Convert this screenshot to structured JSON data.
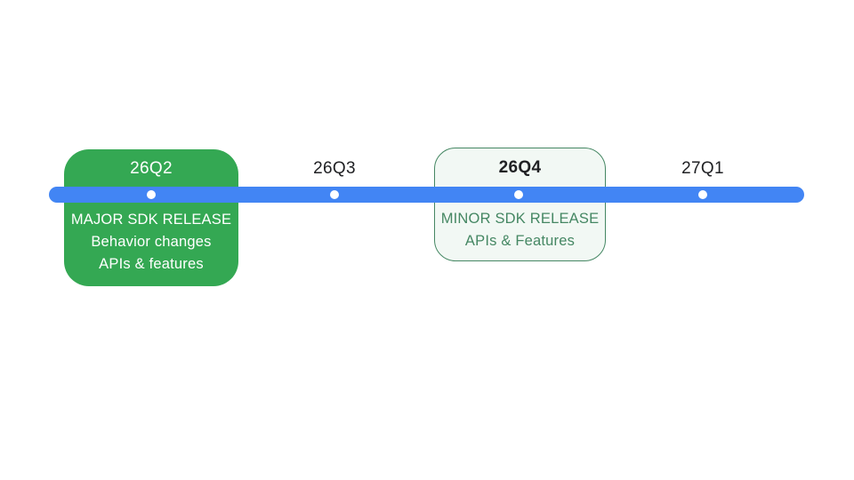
{
  "page": {
    "background_color": "#FFFFFF"
  },
  "timeline": {
    "bar": {
      "color": "#4285F4",
      "dot_color": "#FFFFFF"
    },
    "label_color": "#202124",
    "milestones": [
      {
        "label": "26Q2",
        "type": "major",
        "fill_color": "#34A853",
        "text_color": "#FFFFFF",
        "details": [
          "MAJOR SDK RELEASE",
          "Behavior changes",
          "APIs & features"
        ]
      },
      {
        "label": "26Q3",
        "type": "point"
      },
      {
        "label": "26Q4",
        "type": "minor",
        "fill_color": "#F2F8F4",
        "border_color": "#458763",
        "text_color": "#458763",
        "details": [
          "MINOR SDK RELEASE",
          "APIs & Features"
        ]
      },
      {
        "label": "27Q1",
        "type": "point"
      }
    ]
  }
}
